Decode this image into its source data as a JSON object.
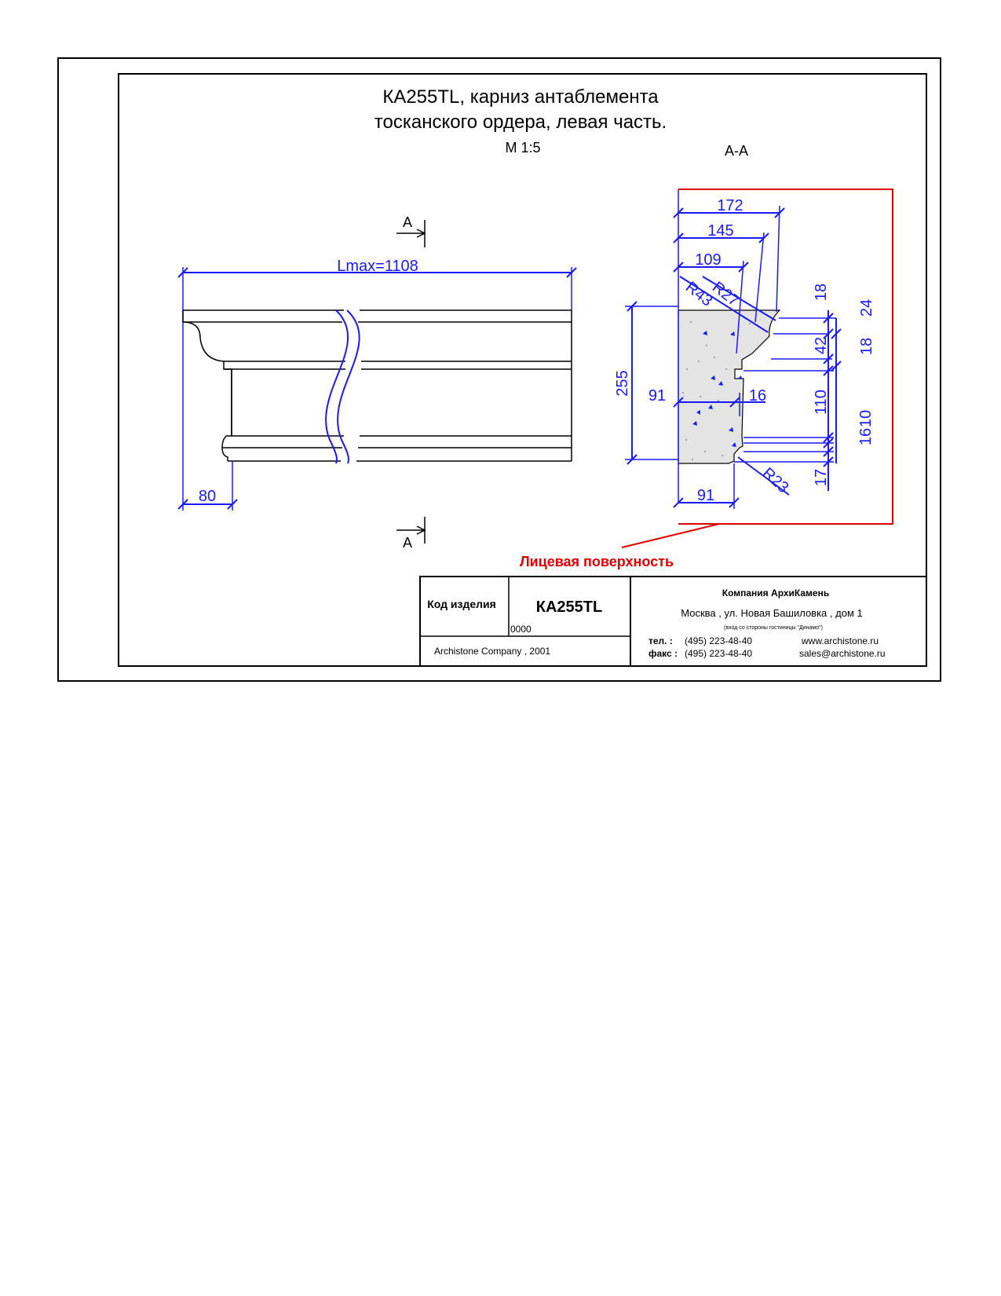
{
  "title": {
    "line1": "КА255TL, карниз антаблемента",
    "line2": "тосканского ордера, левая часть.",
    "scale": "М 1:5"
  },
  "section_label": "А-А",
  "cut_marker": "А",
  "elevation": {
    "length_label": "Lmax=1108",
    "depth_dim": "80"
  },
  "section": {
    "dims_top": [
      "172",
      "145",
      "109"
    ],
    "dims_right": [
      "18",
      "24",
      "42",
      "18",
      "110",
      "10",
      "16",
      "17"
    ],
    "radii": [
      "R27",
      "R43",
      "R23"
    ],
    "height_dim": "255",
    "mid_dims": [
      "91",
      "16"
    ],
    "bottom_dim": "91"
  },
  "face_surface_label": "Лицевая поверхность",
  "title_block": {
    "code_label": "Код изделия",
    "code_value": "КА255TL",
    "code_number": "0000",
    "copyright": "Archistone  Company ,  2001",
    "company": "Компания  АрхиКамень",
    "address": "Москва , ул. Новая Башиловка , дом 1",
    "address_note": "(вход со стороны гостиницы \"Динамо\")",
    "tel_label": "тел.   :",
    "tel": "(495) 223-48-40",
    "fax_label": "факс :",
    "fax": "(495) 223-48-40",
    "website": "www.archistone.ru",
    "email": "sales@archistone.ru"
  },
  "colors": {
    "dimension": "#1a1aff",
    "highlight": "#e00000",
    "line": "#000000"
  }
}
